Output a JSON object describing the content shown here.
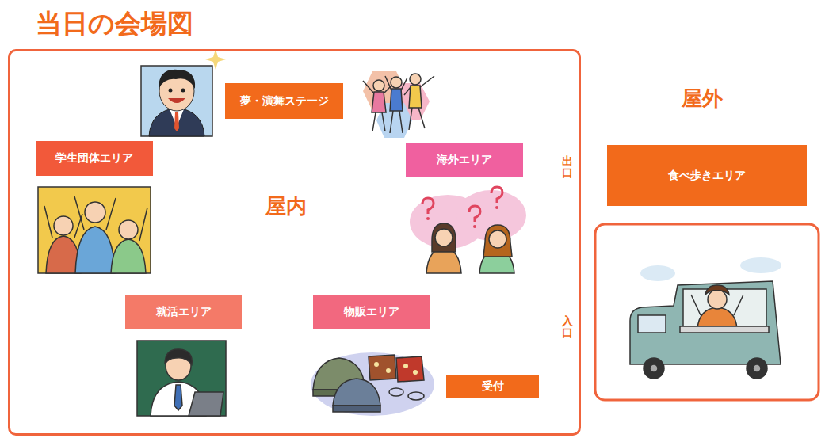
{
  "diagram": {
    "title": "当日の会場図",
    "nodes": [
      {
        "text": [
          "屋内"
        ]
      },
      {
        "text": [
          "夢・演舞ステージ"
        ],
        "in": 0
      },
      {
        "text": [
          "学生団体エリア"
        ],
        "in": 0
      },
      {
        "text": [
          "海外エリア"
        ],
        "in": 0
      },
      {
        "text": [
          "就活エリア"
        ],
        "in": 0
      },
      {
        "text": [
          "物販エリア"
        ],
        "in": 0
      },
      {
        "text": [
          "受付"
        ],
        "in": 0
      },
      {
        "text": [
          "食べ歩きエリア"
        ]
      }
    ],
    "labels": [
      "出口",
      "入口",
      "屋外"
    ]
  }
}
